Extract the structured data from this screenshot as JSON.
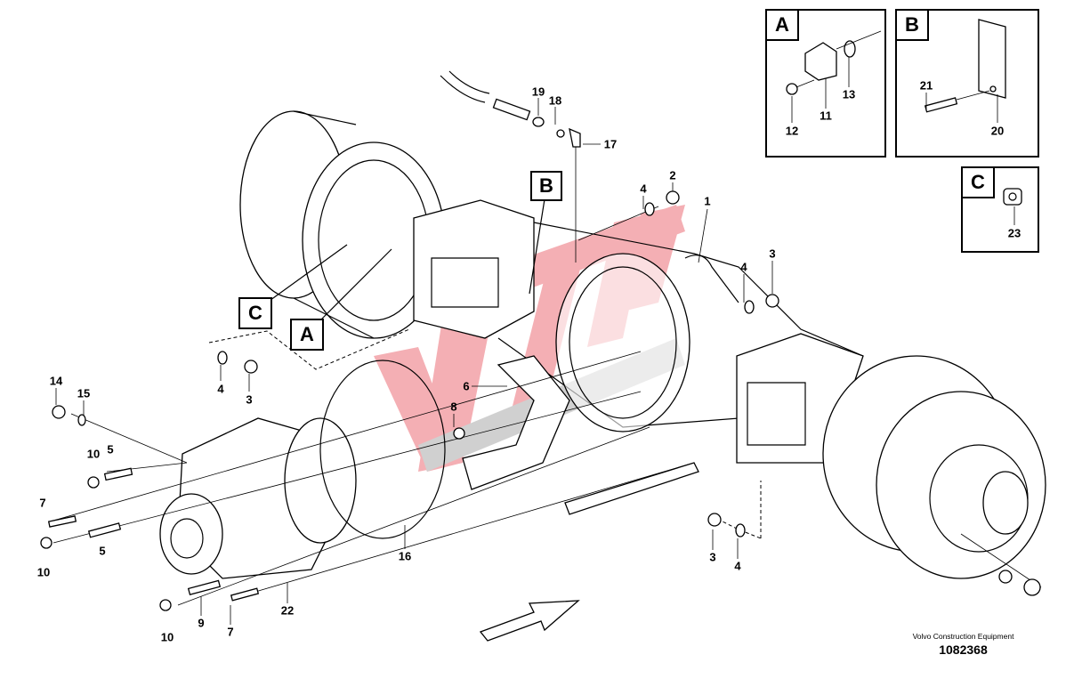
{
  "diagram": {
    "callouts": [
      "19",
      "18",
      "17",
      "4",
      "2",
      "1",
      "4",
      "3",
      "4",
      "3",
      "14",
      "15",
      "6",
      "8",
      "5",
      "10",
      "7",
      "10",
      "5",
      "16",
      "3",
      "4",
      "22",
      "9",
      "10",
      "7"
    ],
    "view_markers": {
      "a": "A",
      "b": "B",
      "c": "C"
    },
    "insets": {
      "a": {
        "title": "A",
        "callouts": [
          "13",
          "11",
          "12"
        ]
      },
      "b": {
        "title": "B",
        "callouts": [
          "21",
          "20"
        ]
      },
      "c": {
        "title": "C",
        "callouts": [
          "23"
        ]
      }
    },
    "footer": {
      "company": "Volvo Construction Equipment",
      "part_number": "1082368"
    },
    "watermark": {
      "color": "#e8505a",
      "secondary_color": "#999999"
    }
  }
}
